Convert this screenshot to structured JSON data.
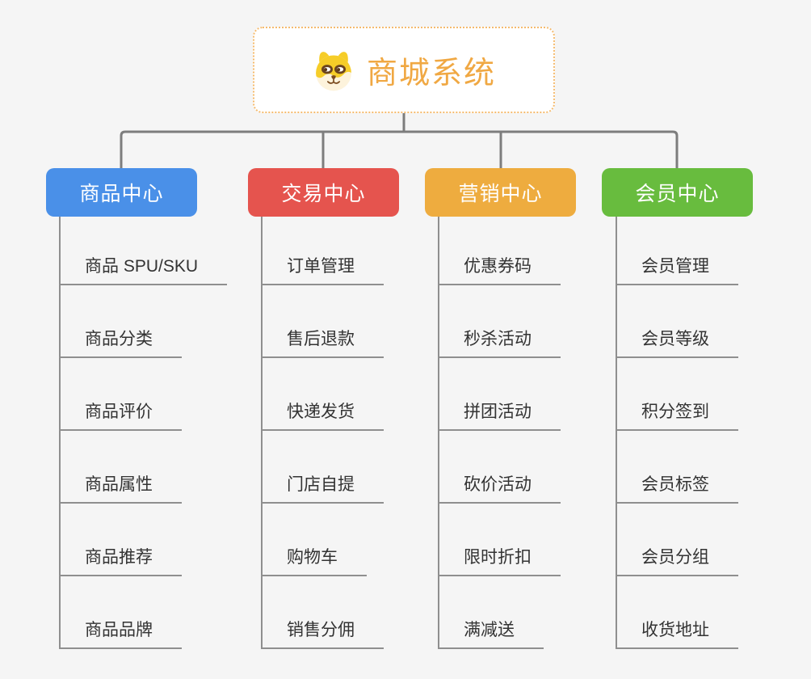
{
  "root": {
    "title": "商城系统",
    "icon": "dog-face-icon",
    "accent_color": "#f0a843",
    "border_color": "#f5bb6e"
  },
  "branches": [
    {
      "label": "商品中心",
      "color": "#4a90e8",
      "children": [
        "商品 SPU/SKU",
        "商品分类",
        "商品评价",
        "商品属性",
        "商品推荐",
        "商品品牌"
      ]
    },
    {
      "label": "交易中心",
      "color": "#e5544e",
      "children": [
        "订单管理",
        "售后退款",
        "快递发货",
        "门店自提",
        "购物车",
        "销售分佣"
      ]
    },
    {
      "label": "营销中心",
      "color": "#eeac3f",
      "children": [
        "优惠券码",
        "秒杀活动",
        "拼团活动",
        "砍价活动",
        "限时折扣",
        "满减送"
      ]
    },
    {
      "label": "会员中心",
      "color": "#68bc3e",
      "children": [
        "会员管理",
        "会员等级",
        "积分签到",
        "会员标签",
        "会员分组",
        "收货地址"
      ]
    }
  ],
  "connector_color": "#7d7d7d",
  "leaf_line_color": "#8f8f8f",
  "background_color": "#f5f5f5"
}
